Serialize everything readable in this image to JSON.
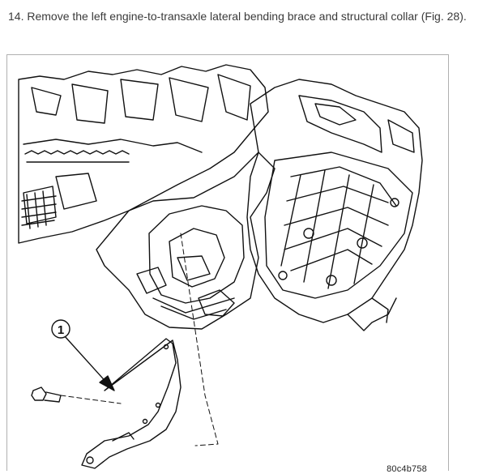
{
  "instruction": {
    "text": "14. Remove the left engine-to-transaxle lateral bending brace and structural collar (Fig. 28)."
  },
  "figure": {
    "callout_number": "1",
    "code": "80c4b758"
  }
}
